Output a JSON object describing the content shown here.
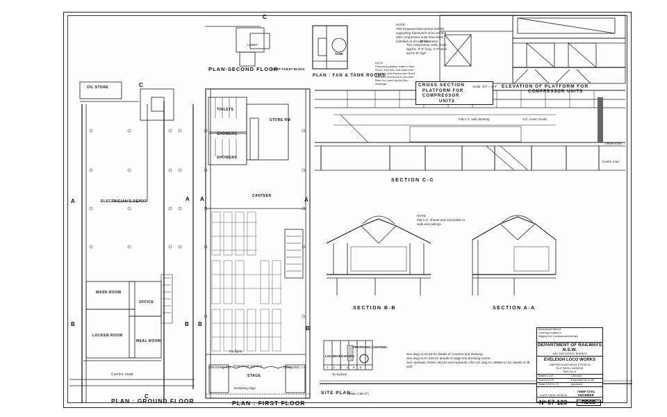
{
  "drawing": {
    "views": {
      "plan_second_floor": {
        "label": "PLAN-SECOND FLOOR",
        "sublabel": "STAFF TOILET BLOCK"
      },
      "plan_fan_tank": {
        "label": "PLAN : FAN & TANK ROOMS"
      },
      "cross_section_platform": {
        "label1": "CROSS SECTION",
        "label2": "PLATFORM FOR",
        "label3": "COMPRESSOR",
        "label4": "UNITS",
        "scale": "Scale: 1/4\" = 1'-0\""
      },
      "elevation_platform": {
        "label1": "ELEVATION OF PLATFORM FOR",
        "label2": "COMPRESSOR UNITS"
      },
      "section_cc": {
        "label": "SECTION  C-C"
      },
      "section_bb": {
        "label": "SECTION  B-B"
      },
      "section_aa": {
        "label": "SECTION  A-A"
      },
      "plan_ground_floor": {
        "label": "PLAN : GROUND FLOOR"
      },
      "plan_first_floor": {
        "label": "PLAN : FIRST FLOOR"
      },
      "site_plan": {
        "label": "SITE PLAN:",
        "scale": "(Scale 1:50'-0\")"
      }
    },
    "section_markers": {
      "a": "A",
      "b": "B",
      "c": "C"
    },
    "rooms": {
      "oil_store": "OIL STORE",
      "electricians_depot": "ELECTRICIAN'S DEPOT",
      "wash_room": "WASH ROOM",
      "locker_room": "LOCKER ROOM",
      "office": "OFFICE",
      "meal_room": "MEAL ROOM",
      "toilets": "TOILETS",
      "showers1": "SHOWERS",
      "showers2": "SHOWERS",
      "canteen": "CANTEEN",
      "stage": "STAGE",
      "store_rm": "STORE RM",
      "lobby": "LOBBY",
      "dressing_lh": "DRESSING R.H.",
      "dressing_rh": "DRESSING L.H.",
      "centre_road": "Centre road",
      "tank": "TANK",
      "loco": "LOCO",
      "workshops": "WORKSHOPS",
      "proposed_canteen": "PROPOSED CANTEEN",
      "to_sydney": "To Sydney",
      "bay_numbers": [
        "1",
        "2",
        "3",
        "4",
        "5",
        "6"
      ]
    },
    "annotations": {
      "note_compressor": "NOTE\nThis Proposed Mezzanine and the supporting framework to be erected after compressor units have been installed on the platform.",
      "note_partition": "NOTE\nProposed partition walls in Tank Room, Fan Rm, and stairs with sheeting, and Bracket and Bond with fibre and board to be used. Refer to Lower Works Elec. drawings.",
      "note_section": "NOTE:\nFlat A.C. sheets and removable to walk and ceilings",
      "compressor_units": "Two compressor units, Each approx. 8'-0\" long, 4'-0\" wide and 5'-6\" high",
      "clearance": "8\" clearance",
      "references": "See dwg.no.44-54 for details of counters and shelving.\nSee dwg.no.57-106 for details of stage and dressing rooms.\nSee Hydraulic Power, Blocks and Hydraulic Lifts Ltd. dwg.no. 56850-1A for details of lift well.",
      "flat_ac_sheeting": "Flat A.C. wall sheeting",
      "ac_cover_mould": "A.C. cover mould",
      "timber_truss": "Timber truss",
      "centre_road_sec": "Centre road",
      "ventilating_ridge": "Ventilating ridge",
      "proscenium": "Proscenium partition",
      "fanlights": "Fanlights"
    }
  },
  "title_block": {
    "revisions": [
      "Amendment Memos",
      "Lowering of platform",
      "Staging Dec Conspicuous/Internally"
    ],
    "department": "DEPARTMENT OF RAILWAYS  N.S.W.",
    "branch": "WAY AND WORKS BRANCH",
    "project": "EVELEIGH LOCO WORKS",
    "description1": "CANTEEN AND MEAL ROOM IN",
    "description2": "OLD SHELL ANNEXE",
    "description3": "BAY NO 6",
    "drawn_label": "Drawn",
    "drawn": "L.A.F.",
    "traced_label": "Traced",
    "traced": "A.F.R.",
    "scale_label": "Scale",
    "scale": "1/16\"=1'-0\"",
    "checked_label": "Checked",
    "examined_label": "Examined",
    "examined_date": "24-11-56",
    "approved_label": "Approved",
    "engineer_sign": "SUPR. ENGR. DESIGN",
    "chief_engineer": "CHIEF CIVIL ENGINEER",
    "drawing_no": "Nº 57-123",
    "stamp": "RBCD"
  },
  "colors": {
    "ink": "#111111",
    "paper": "#fdfdfd",
    "background": "#ffffff"
  }
}
